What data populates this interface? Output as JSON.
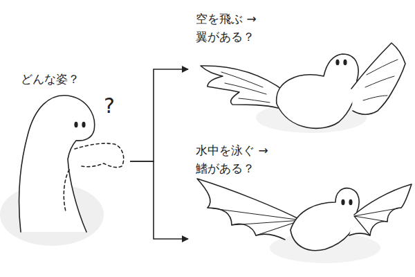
{
  "diagram": {
    "nodes": [
      {
        "text": [
          "どんな姿？"
        ]
      },
      {
        "text": [
          "空を飛ぶ →翼がある？"
        ]
      },
      {
        "text": [
          "水中を泳ぐ →鰭がある？"
        ]
      }
    ],
    "edges": [
      {
        "from": 0,
        "to": 1,
        "arrow": "to"
      },
      {
        "from": 0,
        "to": 2,
        "arrow": "to"
      }
    ],
    "labels": [
      "?"
    ]
  }
}
